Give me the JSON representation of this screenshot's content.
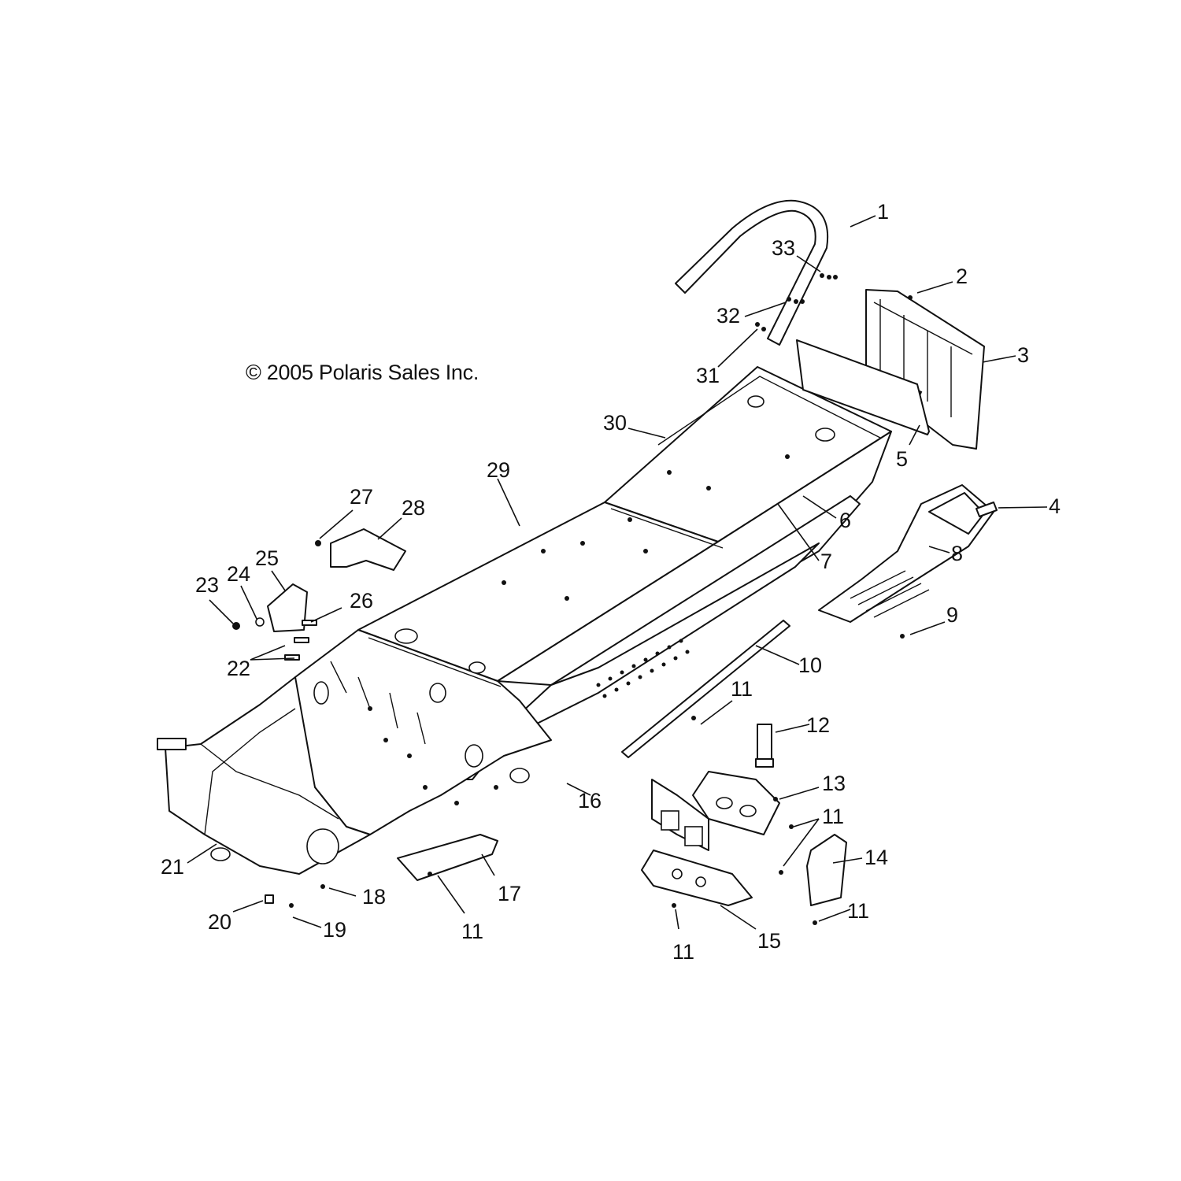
{
  "copyright": "© 2005 Polaris Sales Inc.",
  "callouts": {
    "c1": "1",
    "c2": "2",
    "c3": "3",
    "c4": "4",
    "c5": "5",
    "c6": "6",
    "c7": "7",
    "c8": "8",
    "c9": "9",
    "c10": "10",
    "c11a": "11",
    "c11b": "11",
    "c11c": "11",
    "c11d": "11",
    "c11e": "11",
    "c12": "12",
    "c13": "13",
    "c14": "14",
    "c15": "15",
    "c16": "16",
    "c17": "17",
    "c18": "18",
    "c19": "19",
    "c20": "20",
    "c21": "21",
    "c22": "22",
    "c23": "23",
    "c24": "24",
    "c25": "25",
    "c26": "26",
    "c27": "27",
    "c28": "28",
    "c29": "29",
    "c30": "30",
    "c31": "31",
    "c32": "32",
    "c33": "33"
  },
  "icons": {
    "bumper_logo": "polaris-logo-mirrored"
  }
}
